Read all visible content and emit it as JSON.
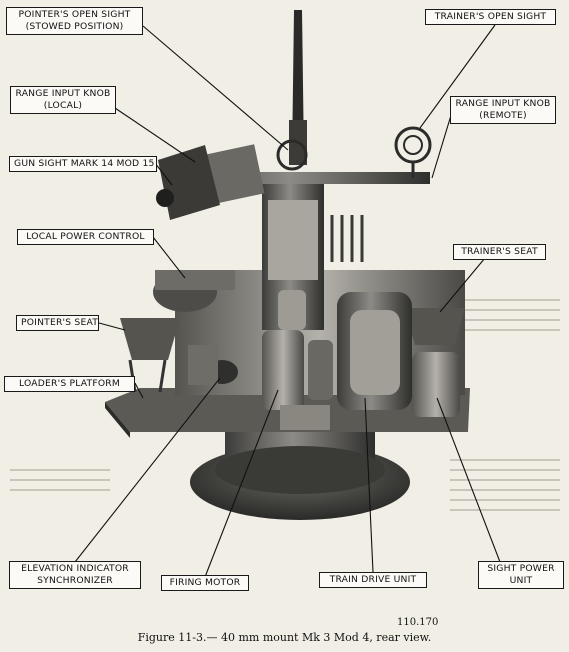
{
  "labels": {
    "pointers_open_sight": [
      "POINTER'S OPEN SIGHT",
      "(STOWED POSITION)"
    ],
    "trainers_open_sight": [
      "TRAINER'S OPEN SIGHT"
    ],
    "range_input_knob_local": [
      "RANGE INPUT KNOB",
      "(LOCAL)"
    ],
    "range_input_knob_remote": [
      "RANGE INPUT KNOB",
      "(REMOTE)"
    ],
    "gun_sight": [
      "GUN SIGHT MARK 14 MOD 15"
    ],
    "local_power_control": [
      "LOCAL POWER CONTROL"
    ],
    "trainers_seat": [
      "TRAINER'S SEAT"
    ],
    "pointers_seat": [
      "POINTER'S SEAT"
    ],
    "loaders_platform": [
      "LOADER'S PLATFORM"
    ],
    "elevation_indicator": [
      "ELEVATION INDICATOR",
      "SYNCHRONIZER"
    ],
    "firing_motor": [
      "FIRING MOTOR"
    ],
    "train_drive_unit": [
      "TRAIN DRIVE UNIT"
    ],
    "sight_power_unit": [
      "SIGHT POWER",
      "UNIT"
    ]
  },
  "figure_number": "110.170",
  "caption": "Figure 11-3.— 40 mm mount Mk 3 Mod 4, rear view."
}
